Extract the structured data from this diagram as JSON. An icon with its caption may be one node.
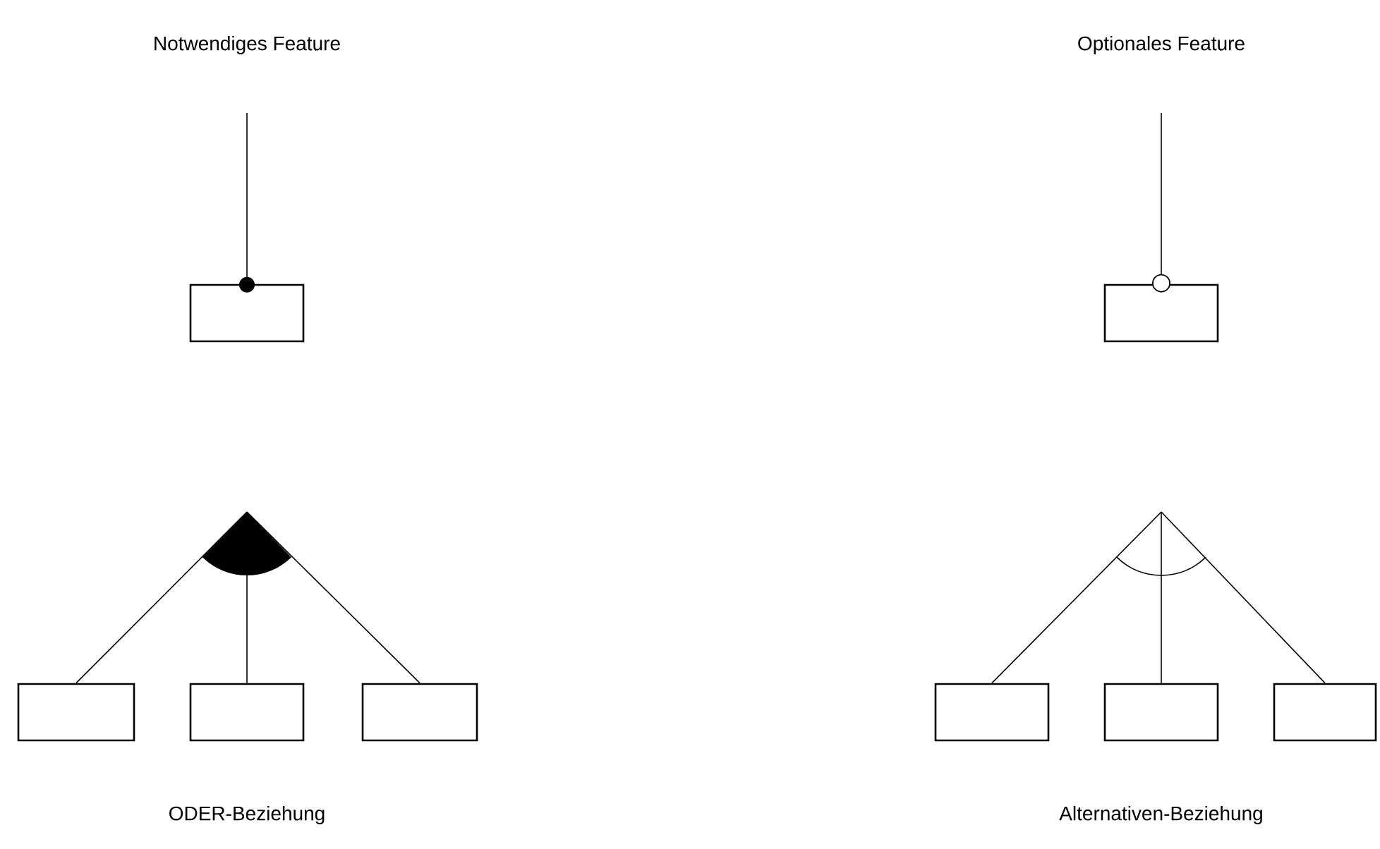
{
  "diagram": {
    "nodes": [
      {
        "text": [],
        "shape": "box"
      },
      {
        "text": [],
        "shape": "box"
      },
      {
        "text": [],
        "shape": "box"
      },
      {
        "text": [],
        "shape": "box"
      },
      {
        "text": [],
        "shape": "box"
      },
      {
        "text": [],
        "shape": "box"
      },
      {
        "text": [],
        "shape": "box"
      },
      {
        "text": [],
        "shape": "box"
      }
    ],
    "edges": [
      {
        "from": null,
        "to": 0,
        "arrow": "other"
      },
      {
        "from": null,
        "to": 1,
        "arrow": "other"
      },
      {
        "from": null,
        "to": 2,
        "arrow": "none"
      },
      {
        "from": null,
        "to": 3,
        "arrow": "none"
      },
      {
        "from": null,
        "to": 4,
        "arrow": "none"
      },
      {
        "from": null,
        "to": 5,
        "arrow": "none"
      },
      {
        "from": null,
        "to": 6,
        "arrow": "none"
      },
      {
        "from": null,
        "to": 7,
        "arrow": "none"
      }
    ],
    "labels": [
      "Notwendiges Feature",
      "Optionales Feature",
      "ODER-Beziehung",
      "Alternativen-Beziehung"
    ]
  }
}
